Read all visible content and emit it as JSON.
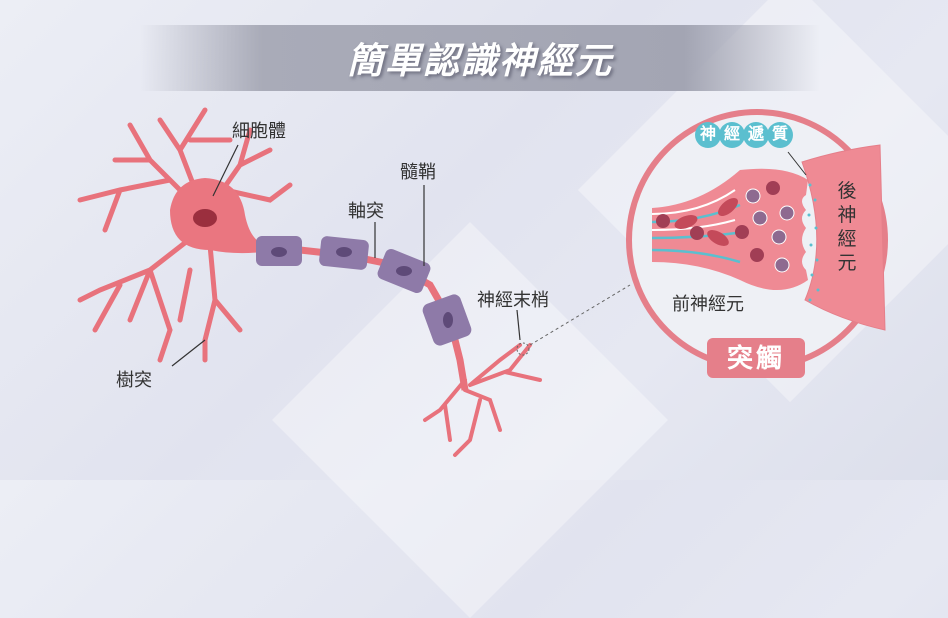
{
  "title": "簡單認識神經元",
  "neuron_labels": {
    "soma": "細胞體",
    "dendrite": "樹突",
    "axon": "軸突",
    "myelin": "髓鞘",
    "axon_terminal": "神經末梢"
  },
  "synapse": {
    "title": "突觸",
    "neurotransmitter": [
      "神",
      "經",
      "遞",
      "質"
    ],
    "presynaptic": "前神經元",
    "postsynaptic": [
      "後",
      "神",
      "經",
      "元"
    ]
  },
  "colors": {
    "neuron": "#e8727c",
    "myelin": "#8e7aa8",
    "synapse_border": "#e57f8a",
    "neurotransmitter": "#5bbfcf"
  }
}
